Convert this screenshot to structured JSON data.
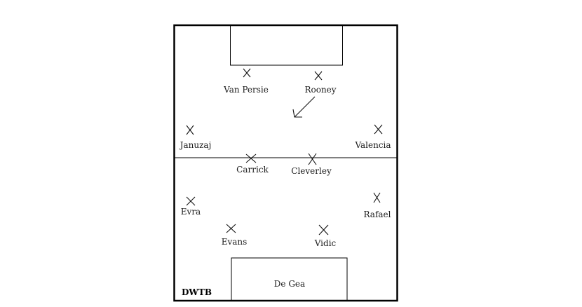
{
  "brand": "DWTB",
  "players": {
    "van_persie": "Van Persie",
    "rooney": "Rooney",
    "januzaj": "Januzaj",
    "valencia": "Valencia",
    "carrick": "Carrick",
    "cleverley": "Cleverley",
    "evra": "Evra",
    "rafael": "Rafael",
    "evans": "Evans",
    "vidic": "Vidic",
    "de_gea": "De Gea"
  },
  "colors": {
    "line": "#000000",
    "text": "#1a1a1a",
    "background": "#ffffff"
  }
}
